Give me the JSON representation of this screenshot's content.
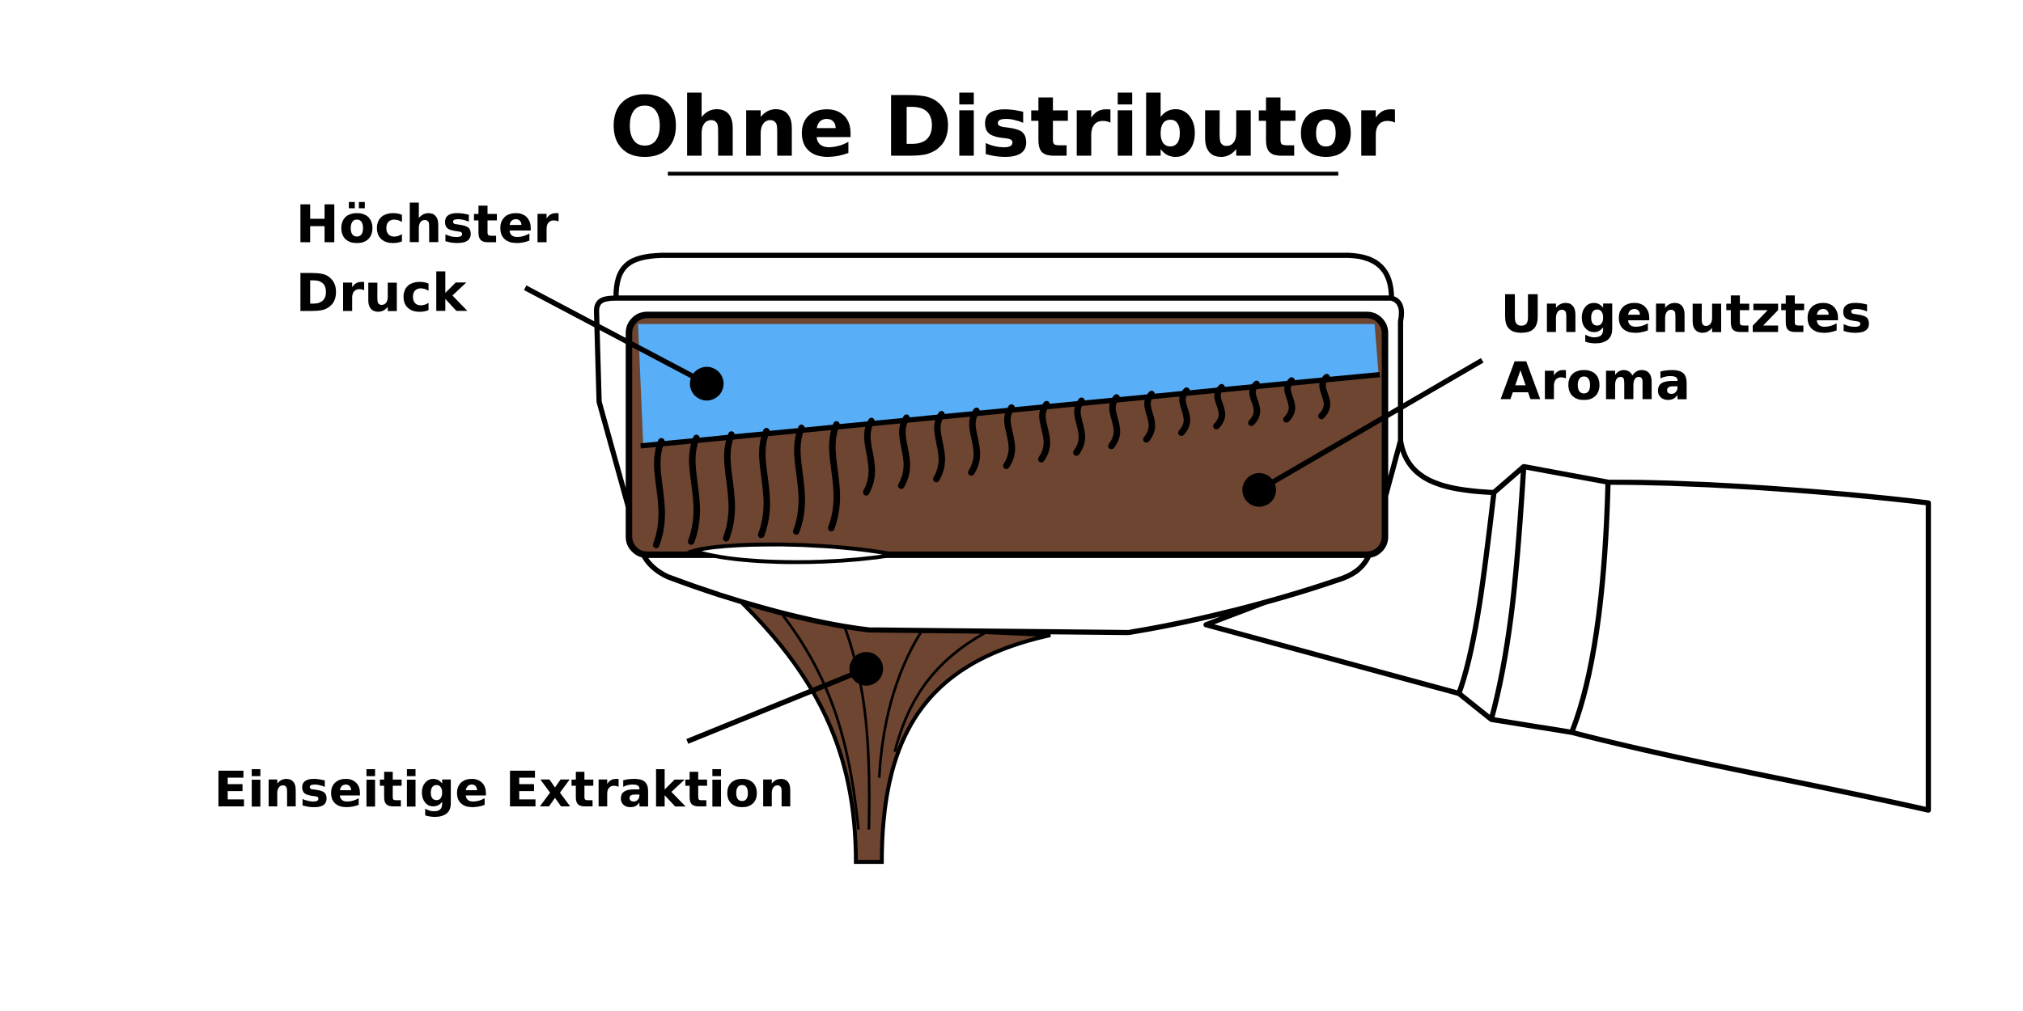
{
  "title": "Ohne Distributor",
  "labels": {
    "pressure_line1": "Höchster",
    "pressure_line2": "Druck",
    "aroma_line1": "Ungenutztes",
    "aroma_line2": "Aroma",
    "extraction": "Einseitige Extraktion"
  },
  "colors": {
    "water": "#58AEF7",
    "coffee": "#6E4530",
    "outline": "#000000"
  }
}
